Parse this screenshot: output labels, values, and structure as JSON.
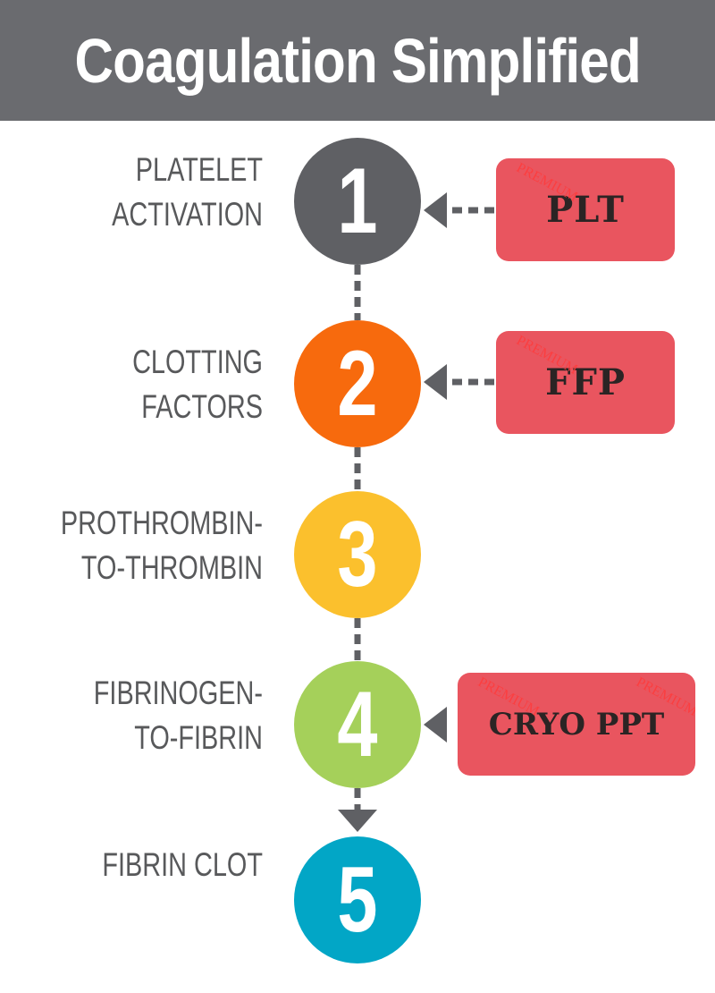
{
  "title": "Coagulation Simplified",
  "steps": [
    {
      "number": "1",
      "label_line1": "PLATELET",
      "label_line2": "ACTIVATION",
      "color": "#5f6064",
      "badge": "PLT"
    },
    {
      "number": "2",
      "label_line1": "CLOTTING",
      "label_line2": "FACTORS",
      "color": "#f76a0d",
      "badge": "FFP"
    },
    {
      "number": "3",
      "label_line1": "PROTHROMBIN-",
      "label_line2": "TO-THROMBIN",
      "color": "#fbc02d",
      "badge": ""
    },
    {
      "number": "4",
      "label_line1": "FIBRINOGEN-",
      "label_line2": "TO-FIBRIN",
      "color": "#a5d05a",
      "badge": "CRYO PPT"
    },
    {
      "number": "5",
      "label_line1": "FIBRIN CLOT",
      "label_line2": "",
      "color": "#02a6c6",
      "badge": ""
    }
  ],
  "watermark": "PREMIUM",
  "colors": {
    "header": "#6a6b6f",
    "connector": "#5f6064",
    "badge": "#e9555f"
  }
}
